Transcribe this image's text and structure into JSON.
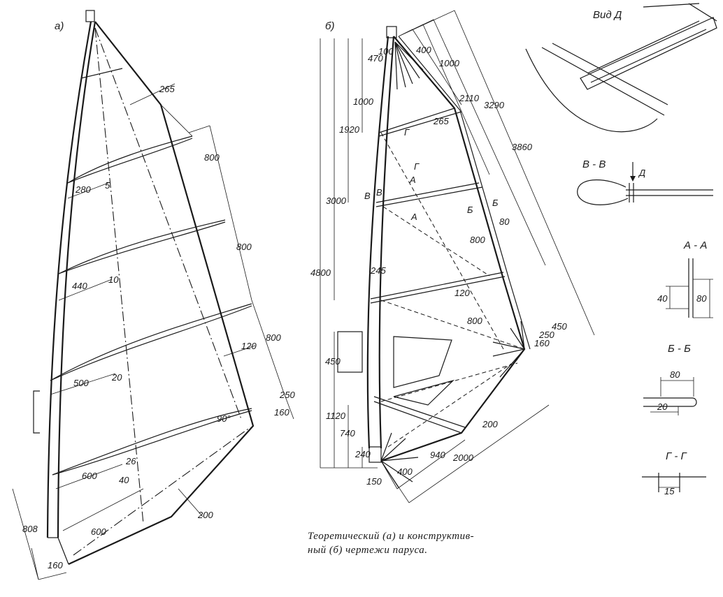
{
  "labels": {
    "panel_a": "а)",
    "panel_b": "б)",
    "view_d": "Вид Д",
    "section_vv": "В - В",
    "arrow_d": "Д",
    "section_aa": "А - А",
    "section_bb": "Б - Б",
    "section_gg": "Г - Г"
  },
  "dims_a": {
    "d265": "265",
    "d280": "280",
    "d5": "5",
    "d440": "440",
    "d10": "10",
    "d500": "500",
    "d20": "20",
    "d600a": "600",
    "d26": "26",
    "d40": "40",
    "d600b": "600",
    "d800_1": "800",
    "d800_2": "800",
    "d800_3": "800",
    "d120": "120",
    "d250": "250",
    "d160": "160",
    "d90": "90°",
    "d200": "200",
    "d808": "808",
    "d160b": "160"
  },
  "dims_b": {
    "d470": "470",
    "d100": "100",
    "d400top": "400",
    "d1000": "1000",
    "d2110": "2110",
    "d3290": "3290",
    "d3860": "3860",
    "d1000left": "1000",
    "d1920": "1920",
    "d3000": "3000",
    "d4800": "4800",
    "d265": "265",
    "d245": "245",
    "d80": "80",
    "d800_1": "800",
    "d120": "120",
    "d800_2": "800",
    "d450": "450",
    "d250": "250",
    "d160": "160",
    "d450left": "450",
    "d1120": "1120",
    "d740": "740",
    "d240": "240",
    "d150": "150",
    "d400bot": "400",
    "d940": "940",
    "d2000": "2000",
    "d200": "200",
    "secA": "А",
    "secB": "Б",
    "secV1": "В",
    "secV2": "В",
    "secG1": "Г",
    "secG2": "Г",
    "secA2": "А",
    "secB2": "Б"
  },
  "sections": {
    "aa_40": "40",
    "aa_80": "80",
    "bb_80": "80",
    "bb_20": "20",
    "gg_15": "15"
  },
  "caption": {
    "line1": "Теоретический   (а)   и   конструктив-",
    "line2": "ный (б) чертежи паруса."
  }
}
